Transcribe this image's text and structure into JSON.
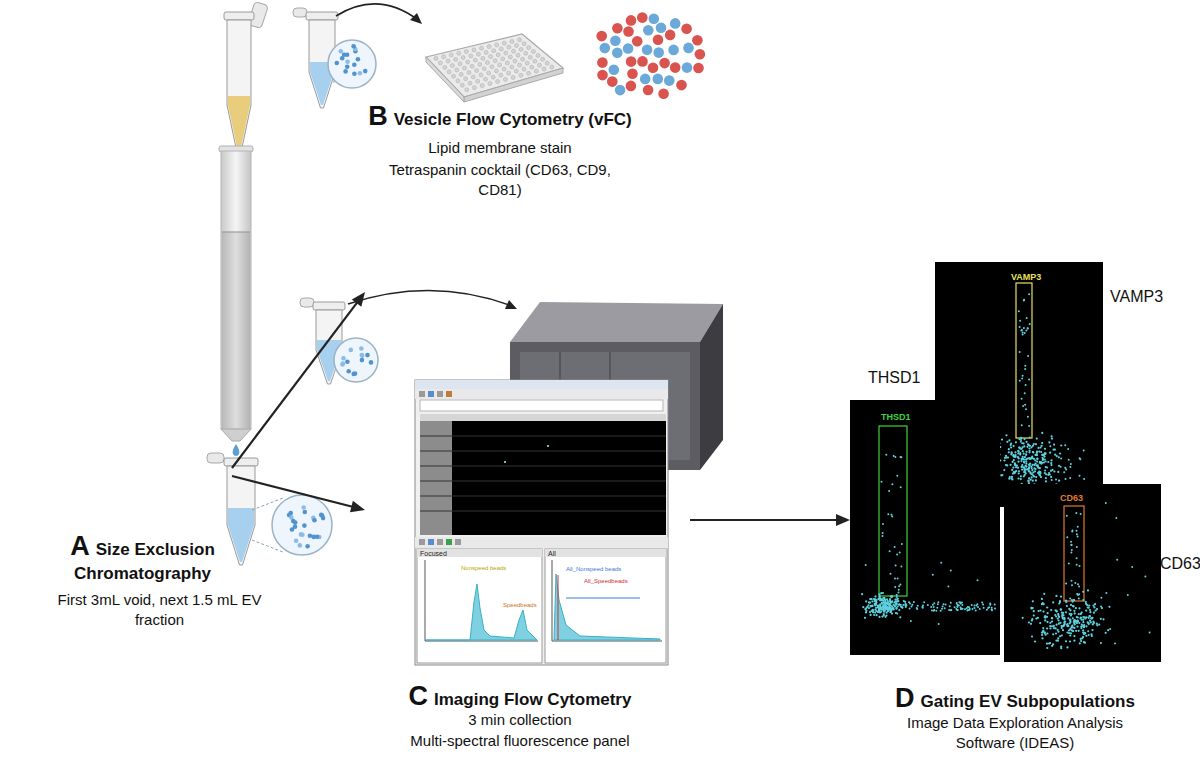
{
  "diagram": {
    "nodes": [
      {
        "text": [
          "A",
          "Size Exclusion Chromatography",
          "First 3mL void, next 1.5 mL EV fraction"
        ]
      },
      {
        "text": [
          "B",
          "Vesicle Flow Cytometry (vFC)",
          "Lipid membrane stain",
          "Tetraspanin cocktail (CD63, CD9, CD81)"
        ]
      },
      {
        "text": [
          "C",
          "Imaging Flow Cytometry",
          "3 min collection",
          "Multi-spectral fluorescence panel"
        ]
      },
      {
        "text": [
          "D",
          "Gating EV Subpopulations",
          "Image Data Exploration Analysis Software (IDEAS)"
        ]
      }
    ],
    "edges": [
      {
        "from": 0,
        "to": 1,
        "arrow": "to"
      },
      {
        "from": 0,
        "to": 2,
        "arrow": "to"
      },
      {
        "from": 2,
        "to": 3,
        "arrow": "to"
      }
    ],
    "labels": [
      "THSD1",
      "VAMP3",
      "CD63",
      "THSD1",
      "VAMP3",
      "CD63",
      "Focused",
      "All",
      "Nonspeed beads",
      "Speedbeads",
      "All_Nonspeed beads",
      "All_Speedbeads"
    ]
  }
}
